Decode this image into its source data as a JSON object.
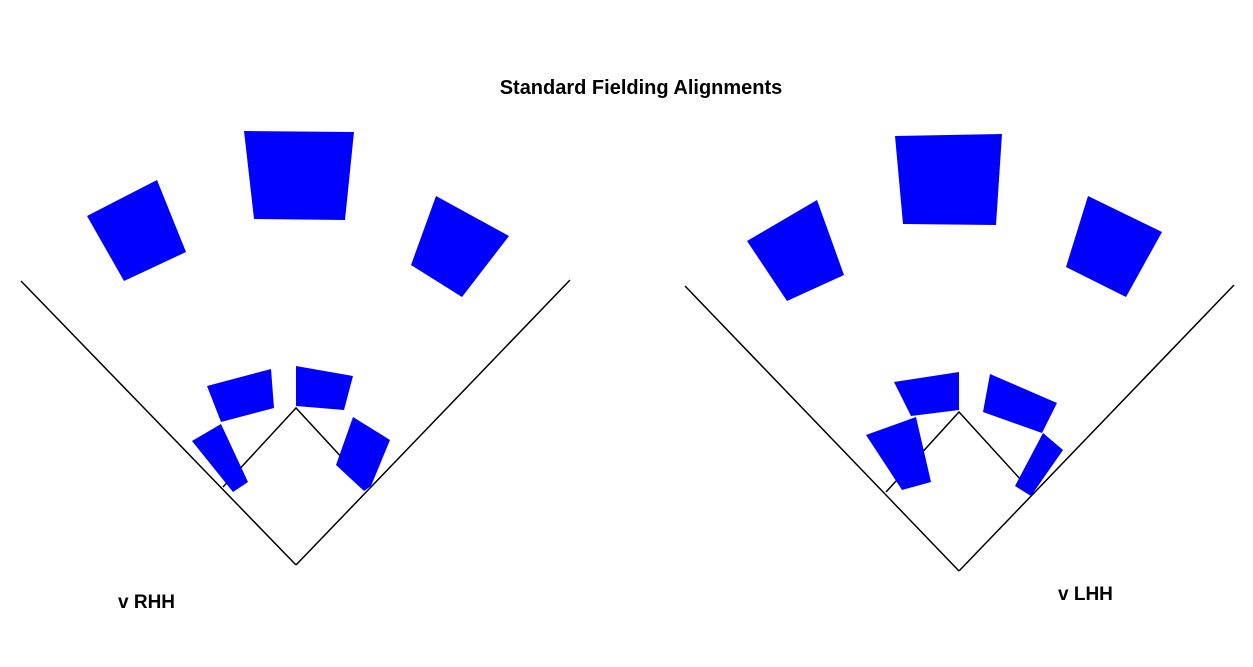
{
  "title": "Standard Fielding Alignments",
  "zone_color": "#0000ff",
  "line_color": "#000000",
  "panels": [
    {
      "caption": "v RHH",
      "zones": [
        "left-field",
        "center-field",
        "right-field",
        "shortstop",
        "second-base",
        "third-base",
        "first-base"
      ]
    },
    {
      "caption": "v LHH",
      "zones": [
        "left-field",
        "center-field",
        "right-field",
        "shortstop",
        "second-base",
        "third-base",
        "first-base"
      ]
    }
  ]
}
